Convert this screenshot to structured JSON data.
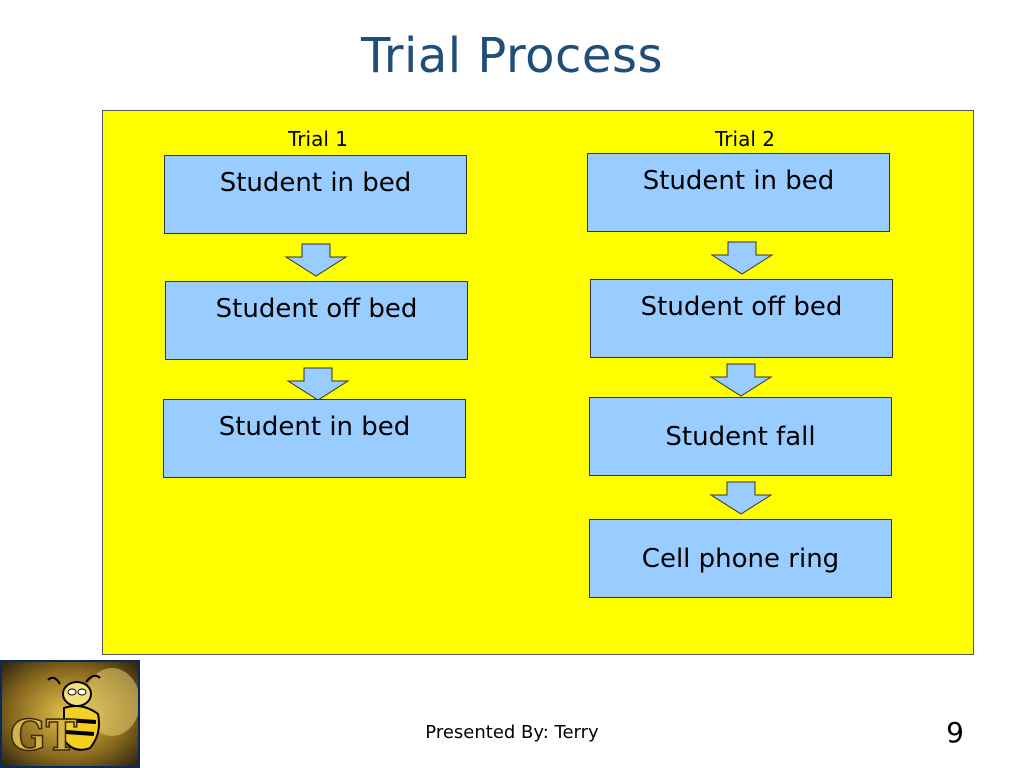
{
  "title": "Trial Process",
  "colors": {
    "panel": "#ffff00",
    "box": "#99ccff",
    "title": "#1f4e79",
    "arrow": "#99ccff"
  },
  "trials": [
    {
      "label": "Trial 1",
      "steps": [
        "Student in bed",
        "Student off bed",
        "Student in bed"
      ]
    },
    {
      "label": "Trial 2",
      "steps": [
        "Student in bed",
        "Student off bed",
        "Student fall",
        "Cell phone ring"
      ]
    }
  ],
  "footer": {
    "presenter": "Presented By: Terry",
    "page_number": "9"
  },
  "logo": {
    "icon": "georgia-tech-yellow-jacket-logo",
    "text": "GT"
  }
}
